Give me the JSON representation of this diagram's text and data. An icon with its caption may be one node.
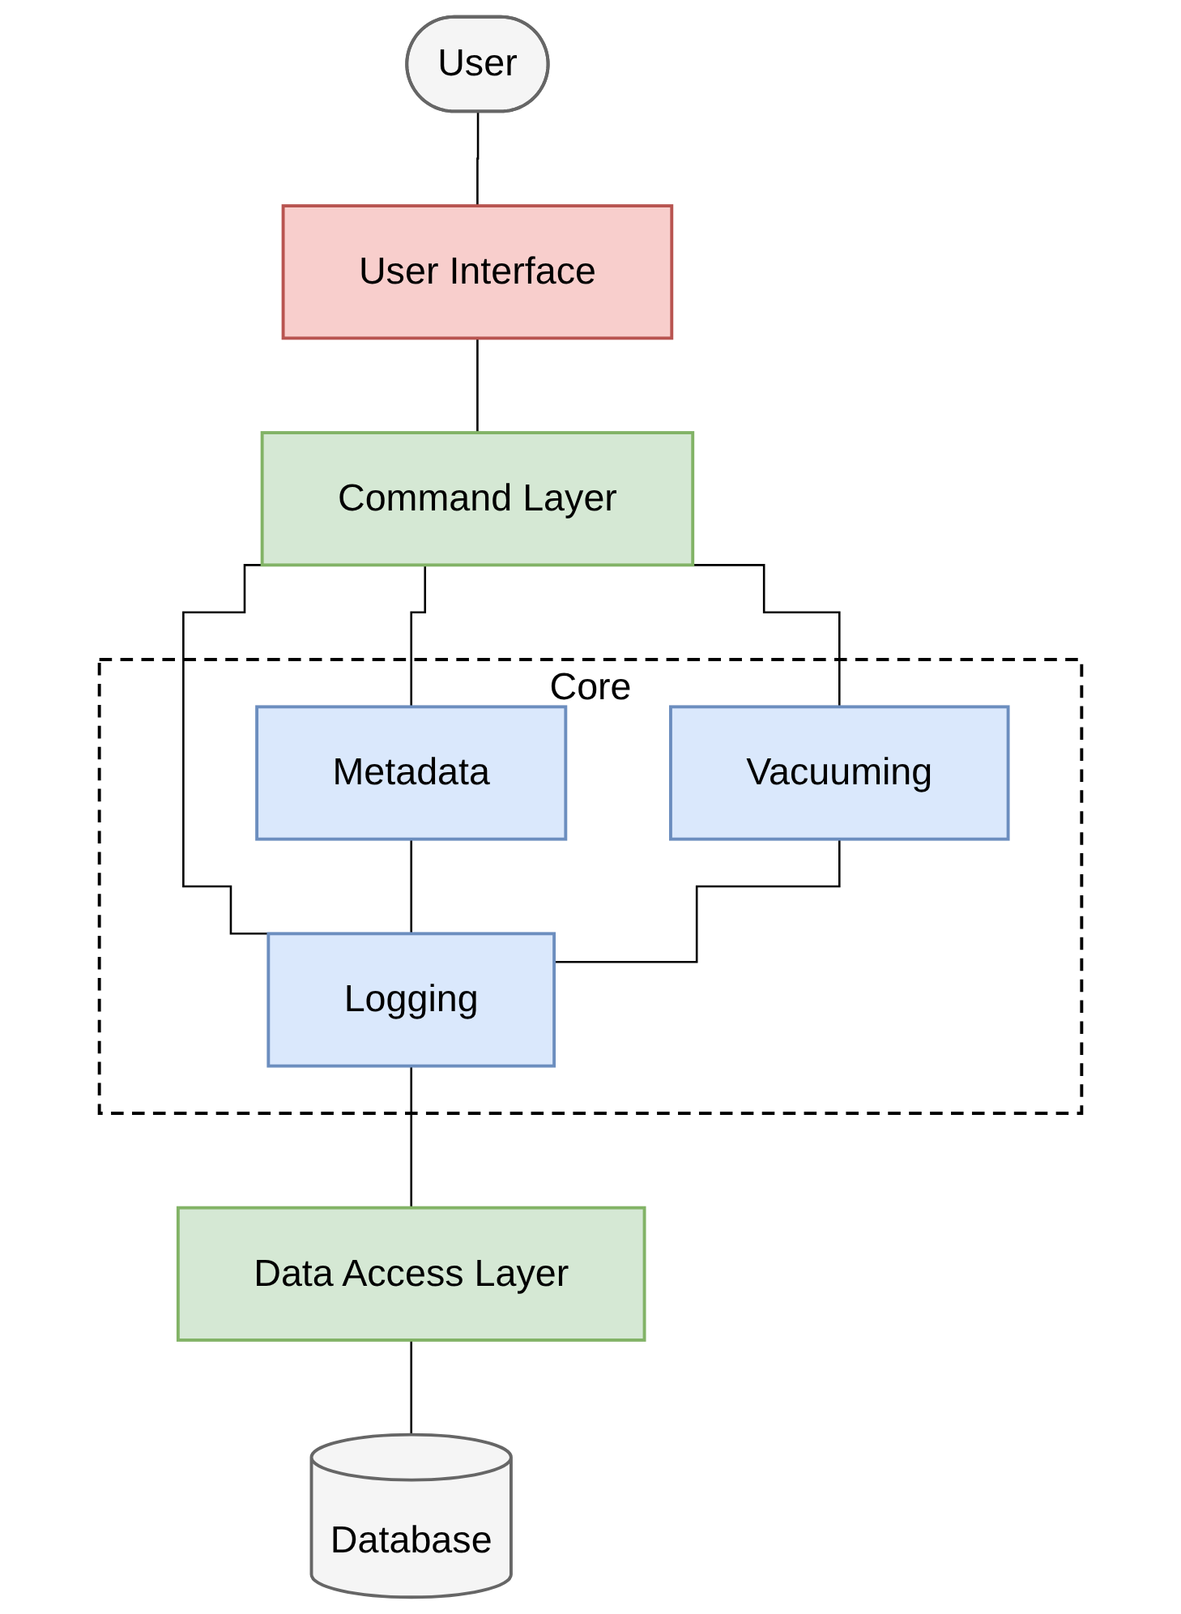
{
  "diagram": {
    "nodes": [
      {
        "text": [
          "User"
        ]
      },
      {
        "text": [
          "User Interface"
        ]
      },
      {
        "text": [
          "Command Layer"
        ]
      },
      {
        "text": [
          "Core"
        ]
      },
      {
        "text": [
          "Metadata"
        ],
        "in": 3
      },
      {
        "text": [
          "Vacuuming"
        ],
        "in": 3
      },
      {
        "text": [
          "Logging"
        ],
        "in": 3
      },
      {
        "text": [
          "Data Access Layer"
        ]
      },
      {
        "text": [
          "Database"
        ]
      }
    ],
    "edges": [
      {
        "from": 0,
        "to": 1,
        "arrow": "none"
      },
      {
        "from": 1,
        "to": 2,
        "arrow": "none"
      },
      {
        "from": 2,
        "to": 4,
        "arrow": "none"
      },
      {
        "from": 2,
        "to": 6,
        "arrow": "none"
      },
      {
        "from": 2,
        "to": 5,
        "arrow": "none"
      },
      {
        "from": 4,
        "to": 6,
        "arrow": "none"
      },
      {
        "from": 5,
        "to": 6,
        "arrow": "none"
      },
      {
        "from": 6,
        "to": 7,
        "arrow": "none"
      },
      {
        "from": 7,
        "to": 8,
        "arrow": "none"
      }
    ]
  }
}
